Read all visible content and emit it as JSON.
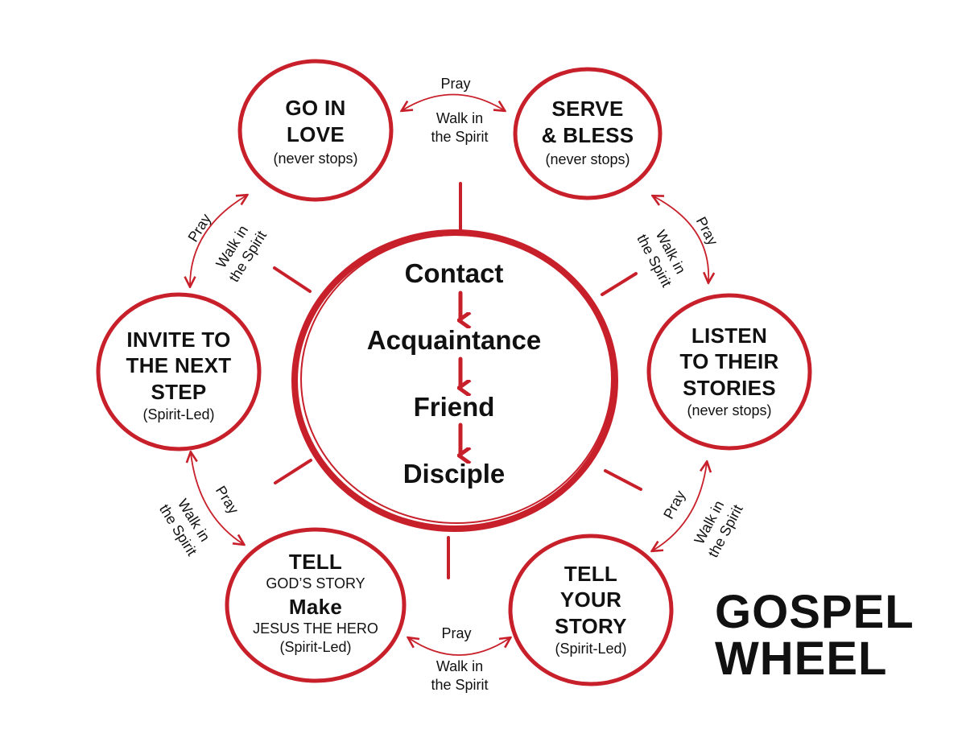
{
  "colors": {
    "ring": "#c8202a",
    "text": "#111111",
    "background": "#ffffff"
  },
  "title": {
    "line1": "GOSPEL",
    "line2": "WHEEL"
  },
  "hub": {
    "words": [
      "Contact",
      "Acquaintance",
      "Friend",
      "Disciple"
    ]
  },
  "nodes": {
    "go_in_love": {
      "line1": "GO IN",
      "line2": "LOVE",
      "note": "(never stops)"
    },
    "serve_bless": {
      "line1": "SERVE",
      "line2": "& BLESS",
      "note": "(never stops)"
    },
    "listen": {
      "line1": "LISTEN",
      "line2": "TO THEIR",
      "line3": "STORIES",
      "note": "(never stops)"
    },
    "tell_your_story": {
      "line1": "TELL",
      "line2": "YOUR",
      "line3": "STORY",
      "note": "(Spirit-Led)"
    },
    "tell_gods_story": {
      "line1": "TELL",
      "line2": "GOD’S STORY",
      "line3": "Make",
      "line4": "JESUS THE HERO",
      "note": "(Spirit-Led)"
    },
    "invite": {
      "line1": "INVITE TO",
      "line2": "THE NEXT",
      "line3": "STEP",
      "note": "(Spirit-Led)"
    }
  },
  "connectors": {
    "pray": "Pray",
    "walk_line1": "Walk in",
    "walk_line2": "the Spirit"
  }
}
